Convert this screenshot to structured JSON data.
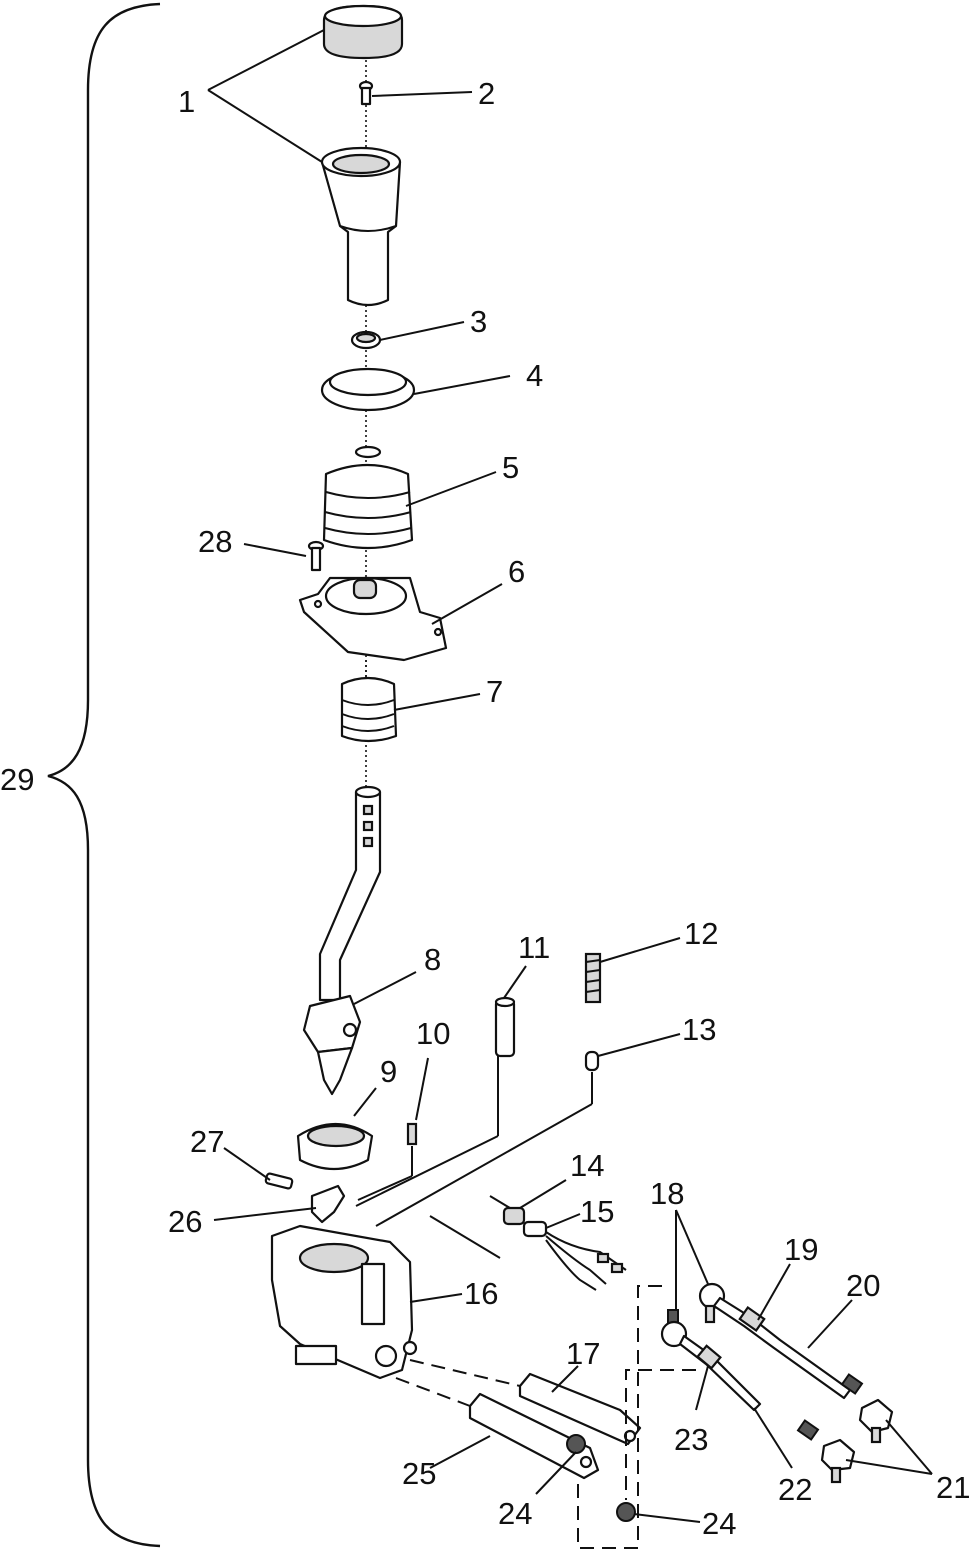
{
  "callouts": {
    "n1": "1",
    "n2": "2",
    "n3": "3",
    "n4": "4",
    "n5": "5",
    "n6": "6",
    "n7": "7",
    "n8": "8",
    "n9": "9",
    "n10": "10",
    "n11": "11",
    "n12": "12",
    "n13": "13",
    "n14": "14",
    "n15": "15",
    "n16": "16",
    "n17": "17",
    "n18": "18",
    "n19": "19",
    "n20": "20",
    "n21": "21",
    "n22": "22",
    "n23": "23",
    "n24a": "24",
    "n24b": "24",
    "n25": "25",
    "n26": "26",
    "n27": "27",
    "n28": "28",
    "n29": "29"
  }
}
